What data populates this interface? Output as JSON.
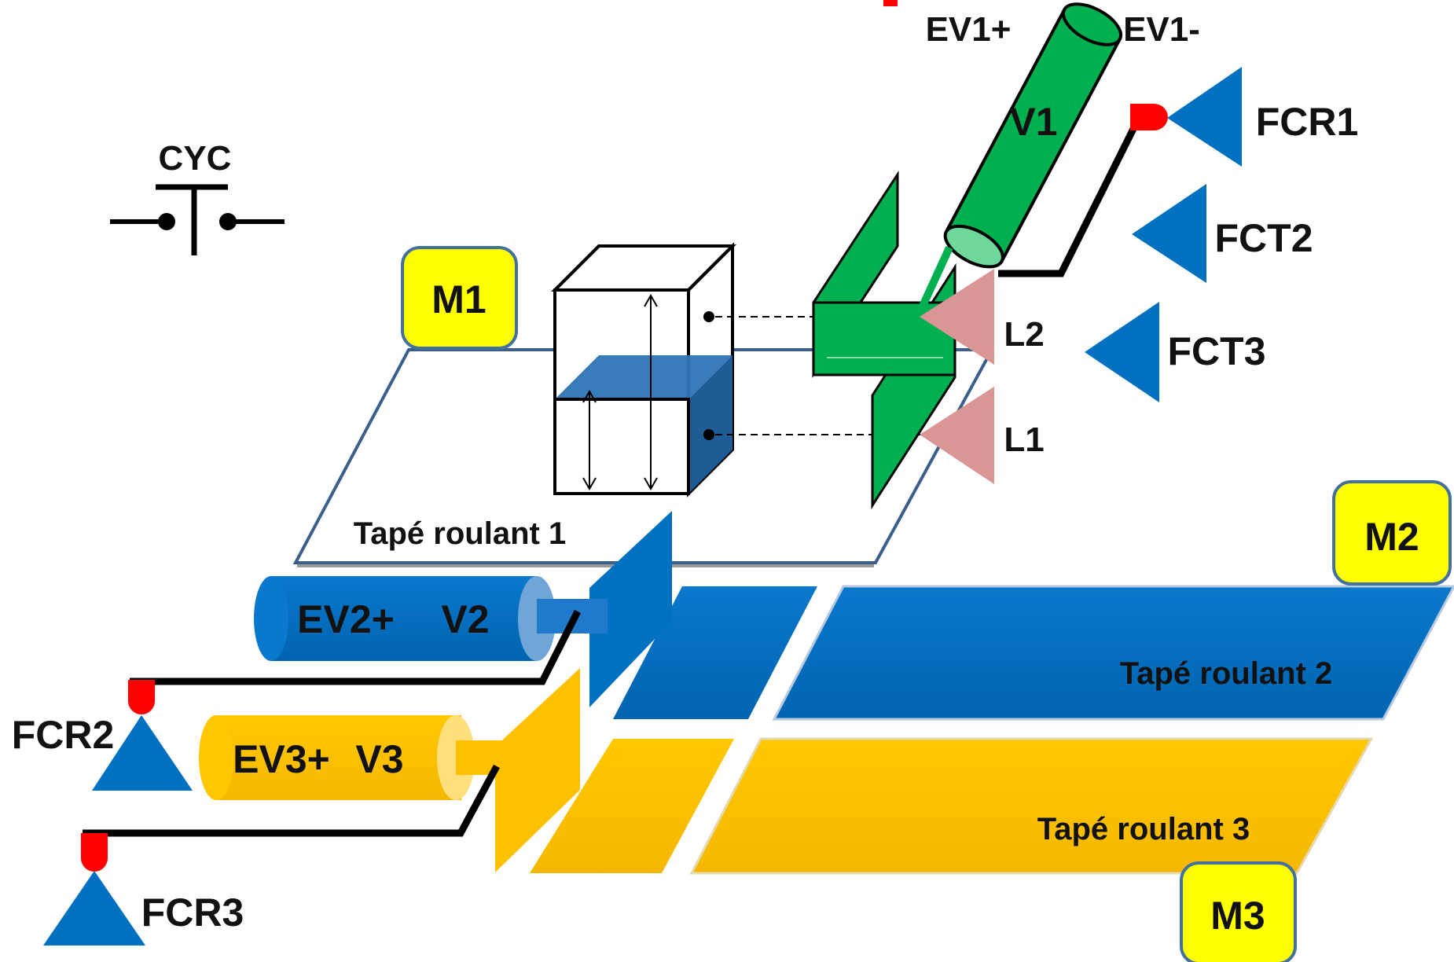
{
  "diagram": {
    "cyc_label": "CYC",
    "motors": {
      "m1": "M1",
      "m2": "M2",
      "m3": "M3"
    },
    "cylinders": {
      "v1": {
        "name": "V1",
        "ev_plus": "EV1+",
        "ev_minus": "EV1-",
        "color": "#00B050"
      },
      "v2": {
        "name": "V2",
        "ev_plus": "EV2+",
        "color": "#0070C0"
      },
      "v3": {
        "name": "V3",
        "ev_plus": "EV3+",
        "color": "#FFC000"
      }
    },
    "sensors": {
      "fcr1": "FCR1",
      "fct2": "FCT2",
      "fct3": "FCT3",
      "fcr2": "FCR2",
      "fcr3": "FCR3",
      "l1": "L1",
      "l2": "L2"
    },
    "conveyors": {
      "belt1": "Tapé roulant 1",
      "belt2": "Tapé roulant 2",
      "belt3": "Tapé roulant 3"
    },
    "colors": {
      "motor_fill": "#FFFF00",
      "motor_border": "#41719C",
      "sensor_blue": "#0070C0",
      "sensor_red": "#FF0000",
      "level_sensor": "#D99694",
      "liquid": "#2E75B6"
    }
  }
}
